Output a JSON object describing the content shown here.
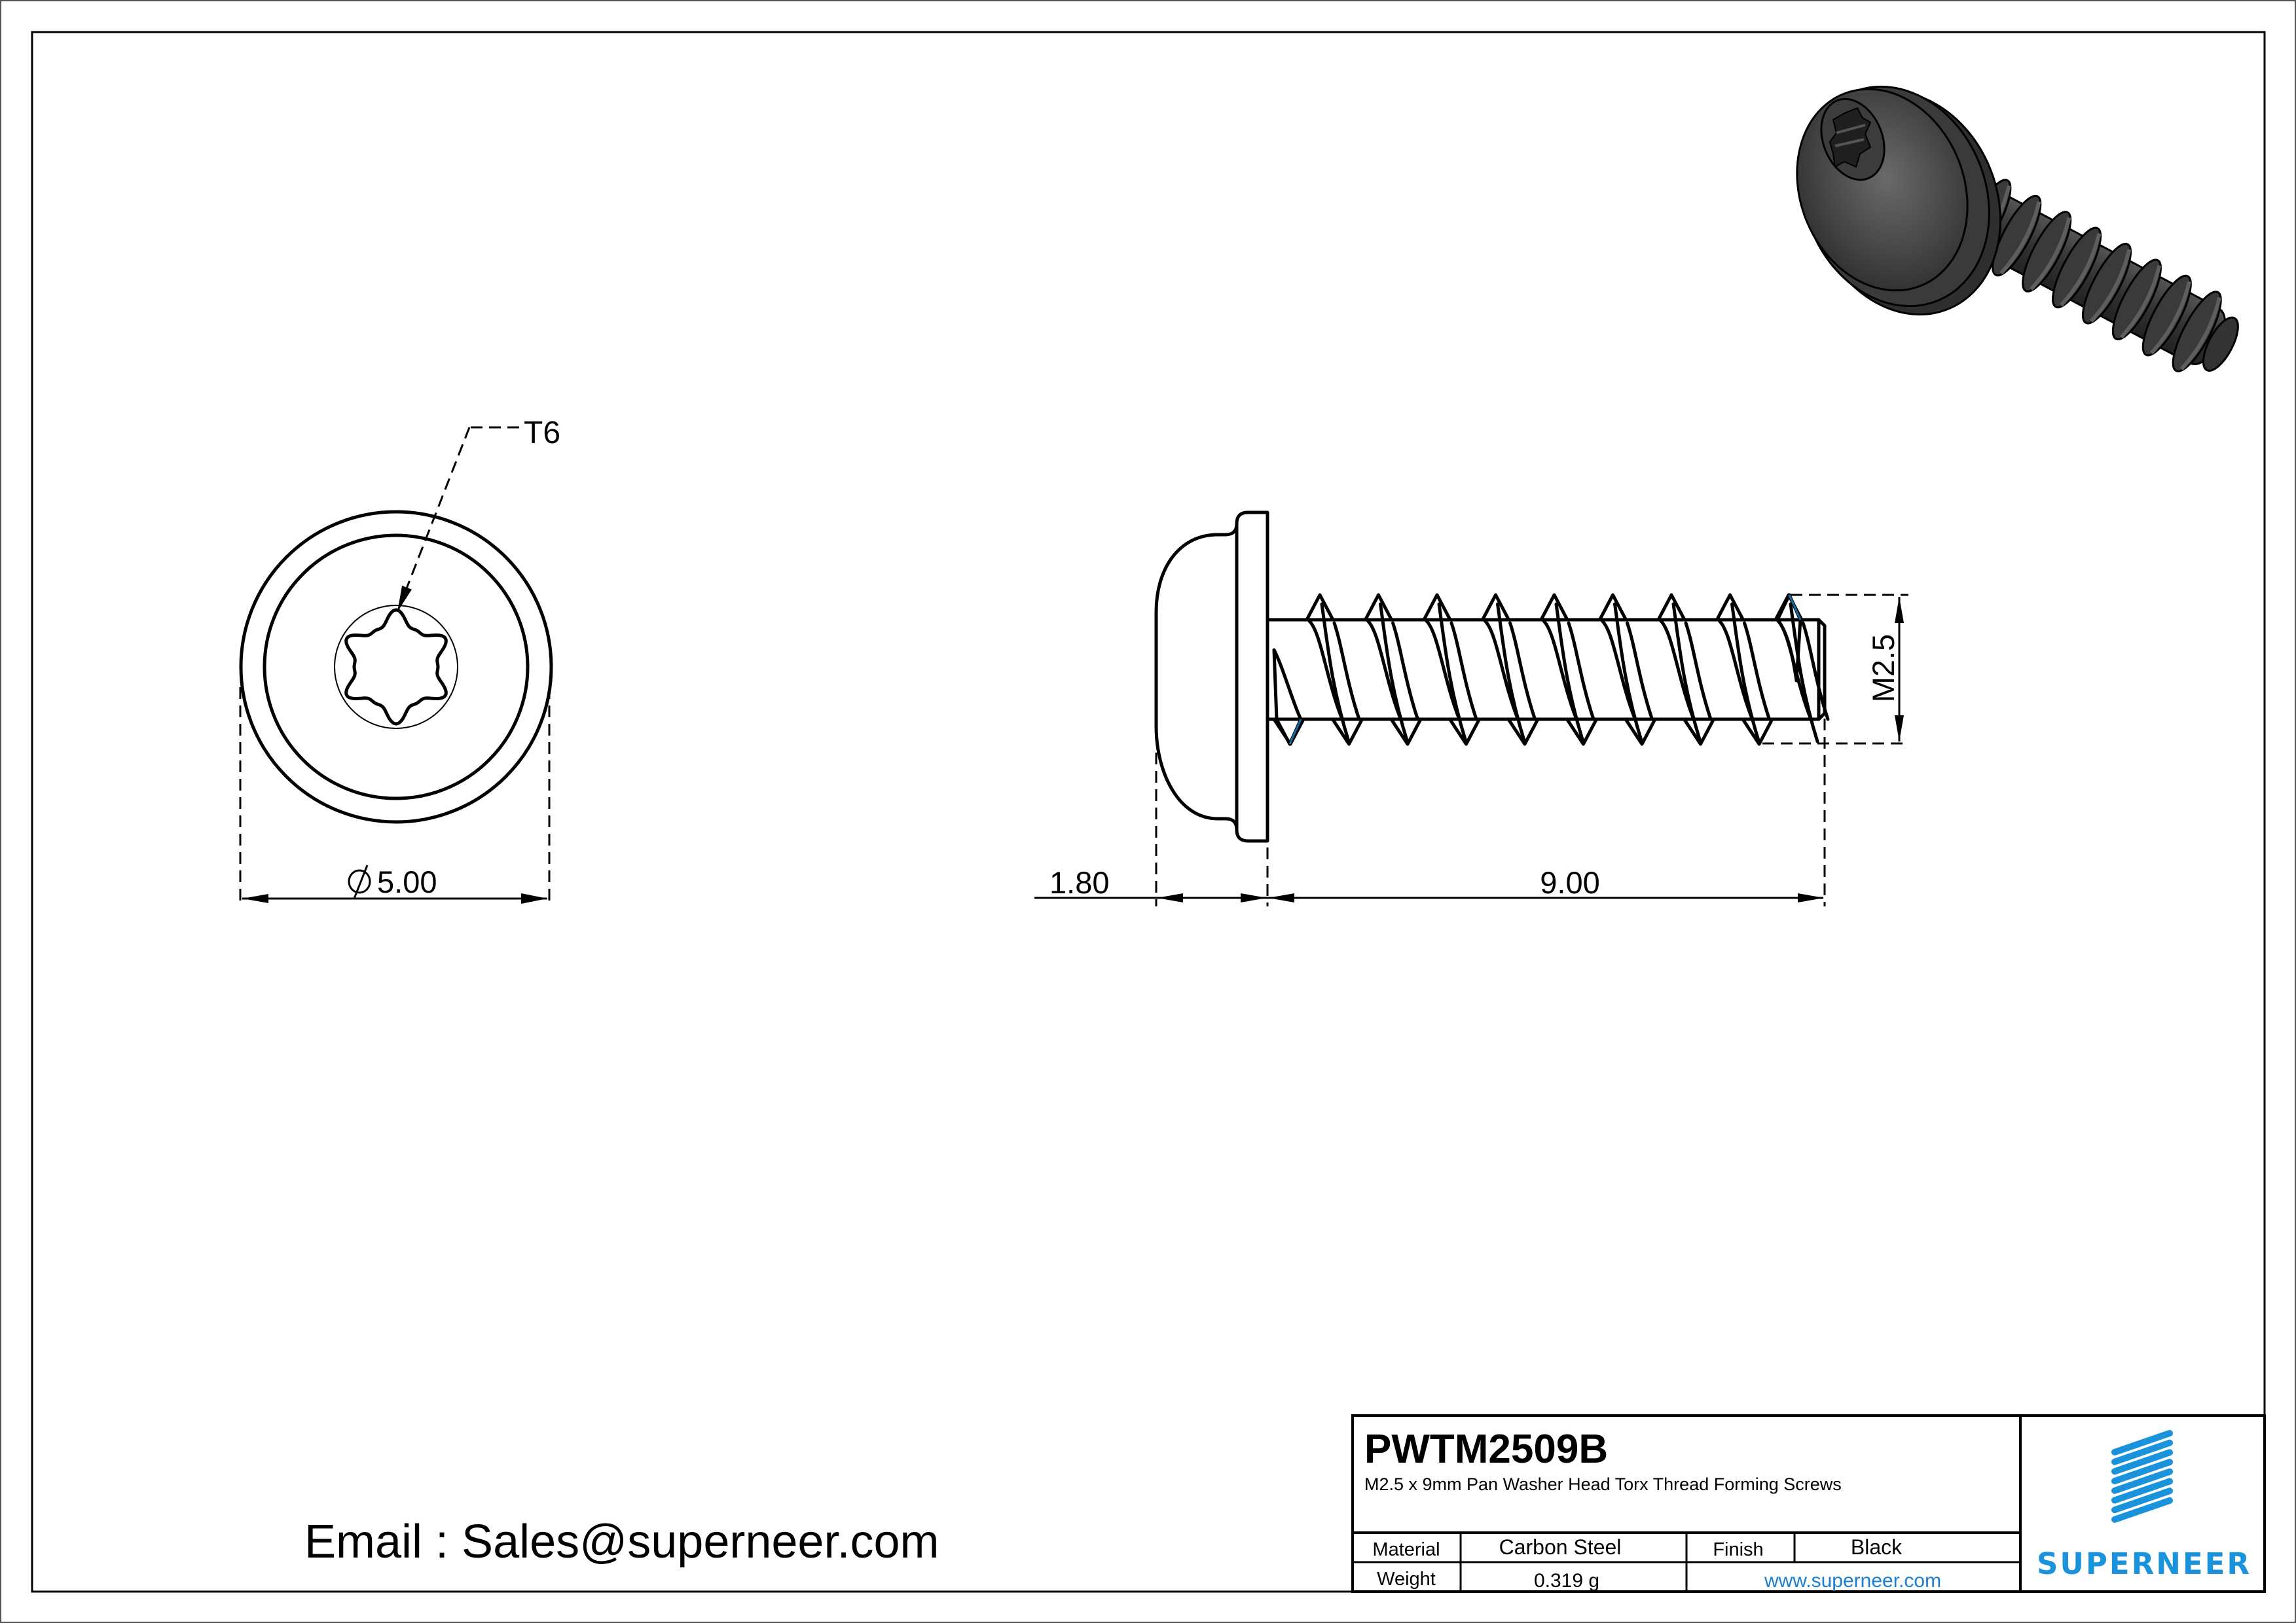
{
  "drawing": {
    "part_number": "PWTM2509B",
    "description": "M2.5 x 9mm Pan Washer Head Torx Thread Forming Screws",
    "email": "Email : Sales@superneer.com"
  },
  "front_view": {
    "drive_label": "T6",
    "diameter_symbol": "⌀",
    "diameter_value": "5.00"
  },
  "side_view": {
    "head_height": "1.80",
    "length": "9.00",
    "thread_size": "M2.5"
  },
  "title_block": {
    "material_label": "Material",
    "material_value": "Carbon Steel",
    "finish_label": "Finish",
    "finish_value": "Black",
    "weight_label": "Weight",
    "weight_value": "0.319 g",
    "website": "www.superneer.com"
  },
  "logo": {
    "brand": "SUPERNEER",
    "color": "#1a93dc",
    "icon": "stripes-logo-icon"
  },
  "render_3d": {
    "icon": "screw-3d-render",
    "color": "#3a3a3a"
  }
}
